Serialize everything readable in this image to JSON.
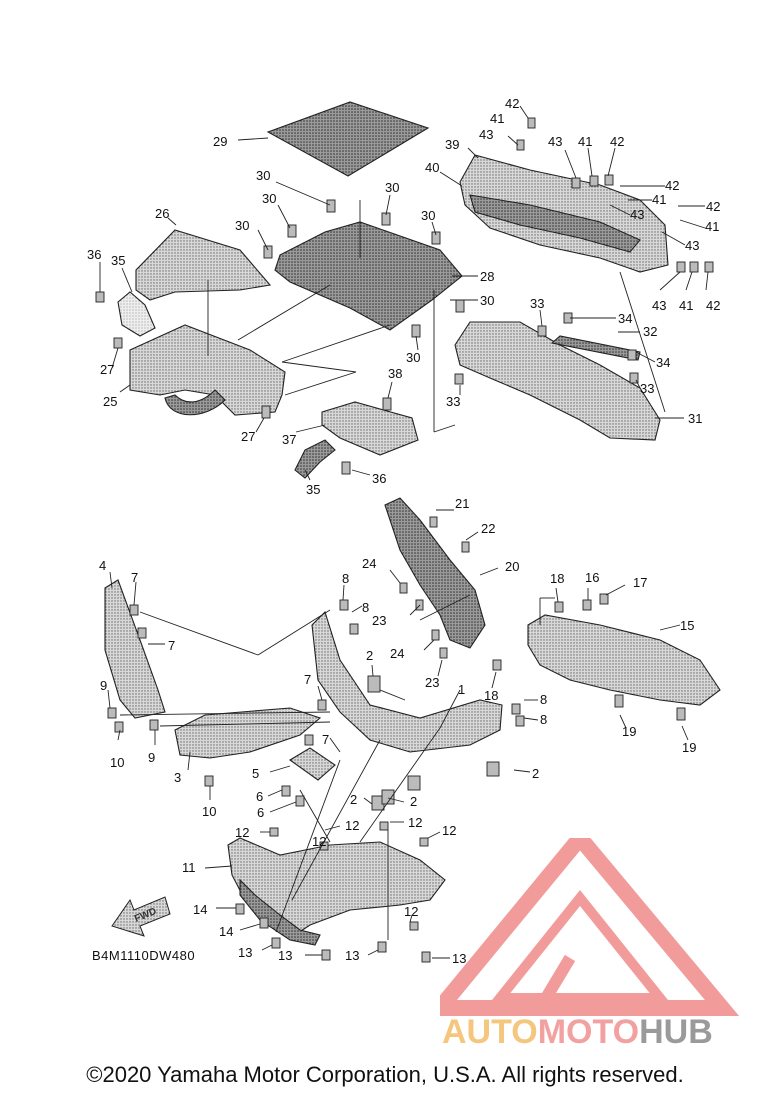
{
  "diagram": {
    "code": "B4M1110DW480",
    "fwd_label": "FWD",
    "callouts": [
      "1",
      "2",
      "3",
      "4",
      "5",
      "6",
      "7",
      "8",
      "9",
      "10",
      "11",
      "12",
      "13",
      "14",
      "15",
      "16",
      "17",
      "18",
      "19",
      "20",
      "21",
      "22",
      "23",
      "24",
      "25",
      "26",
      "27",
      "28",
      "29",
      "30",
      "31",
      "32",
      "33",
      "34",
      "35",
      "36",
      "37",
      "38",
      "39",
      "40",
      "41",
      "42",
      "43"
    ]
  },
  "watermark": {
    "brand_part1": "AUTO",
    "brand_part2": "MOTO",
    "brand_part3": "HUB",
    "colors": {
      "auto": "#f5c77e",
      "moto": "#f2a0a0",
      "hub": "#9a9a9a",
      "logo": "#f08a8a"
    }
  },
  "footer": {
    "copyright": "©2020 Yamaha Motor Corporation, U.S.A. All rights reserved."
  }
}
